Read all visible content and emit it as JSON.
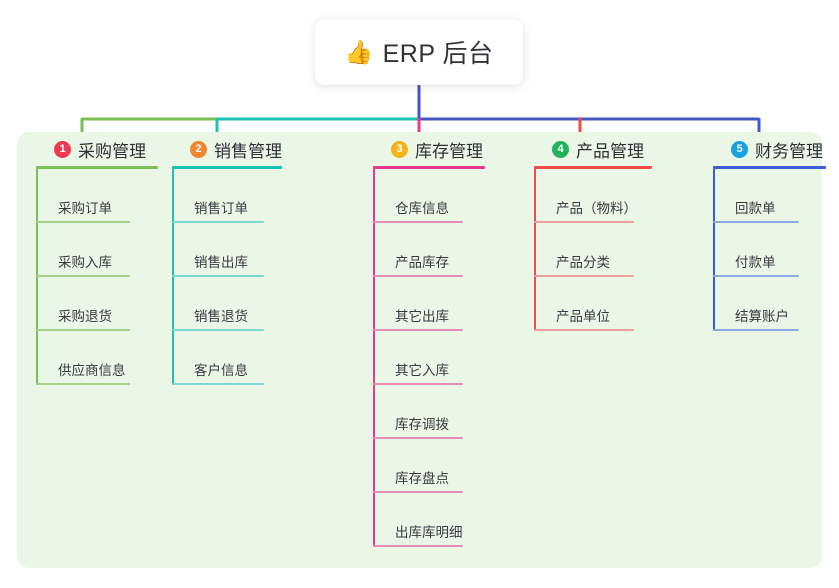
{
  "root": {
    "emoji": "👍",
    "emoji_name": "thumbs-up-icon",
    "title": "ERP 后台"
  },
  "theme": {
    "page_bg": "#ffffff",
    "panel_bg": "#eaf6e6",
    "card_bg": "#ffffff",
    "text": "#2f2f38",
    "root_stem": "#4455c4"
  },
  "columns": [
    {
      "number": "1",
      "title": "采购管理",
      "badge_color": "#ef3b52",
      "line_color": "#7cbf52",
      "item_line_color": "#a7d189",
      "connector_color": "#7cbf52",
      "items": [
        {
          "label": "采购订单"
        },
        {
          "label": "采购入库"
        },
        {
          "label": "采购退货"
        },
        {
          "label": "供应商信息"
        }
      ]
    },
    {
      "number": "2",
      "title": "销售管理",
      "badge_color": "#f2862f",
      "line_color": "#18c2b2",
      "item_line_color": "#7fd6cd",
      "connector_color": "#18c2b2",
      "items": [
        {
          "label": "销售订单"
        },
        {
          "label": "销售出库"
        },
        {
          "label": "销售退货"
        },
        {
          "label": "客户信息"
        }
      ]
    },
    {
      "number": "3",
      "title": "库存管理",
      "badge_color": "#f5b51a",
      "line_color": "#e8388f",
      "item_line_color": "#e88bb8",
      "connector_color": "#e8388f",
      "items": [
        {
          "label": "仓库信息"
        },
        {
          "label": "产品库存"
        },
        {
          "label": "其它出库"
        },
        {
          "label": "其它入库"
        },
        {
          "label": "库存调拨"
        },
        {
          "label": "库存盘点"
        },
        {
          "label": "出库库明细"
        }
      ]
    },
    {
      "number": "4",
      "title": "产品管理",
      "badge_color": "#22b25b",
      "line_color": "#f04a49",
      "item_line_color": "#f0a09c",
      "connector_color": "#f04a49",
      "items": [
        {
          "label": "产品（物料）"
        },
        {
          "label": "产品分类"
        },
        {
          "label": "产品单位"
        }
      ]
    },
    {
      "number": "5",
      "title": "财务管理",
      "badge_color": "#17a3e0",
      "line_color": "#3d5bd4",
      "item_line_color": "#8fa8e0",
      "connector_color": "#3d5bd4",
      "items": [
        {
          "label": "回款单"
        },
        {
          "label": "付款单"
        },
        {
          "label": "结算账户"
        }
      ]
    }
  ],
  "connector_bus": {
    "segments": [
      {
        "name": "bus-segment-green",
        "color": "#7cbf52"
      },
      {
        "name": "bus-segment-teal",
        "color": "#18c2b2"
      },
      {
        "name": "bus-segment-blue",
        "color": "#4455c4"
      }
    ]
  }
}
